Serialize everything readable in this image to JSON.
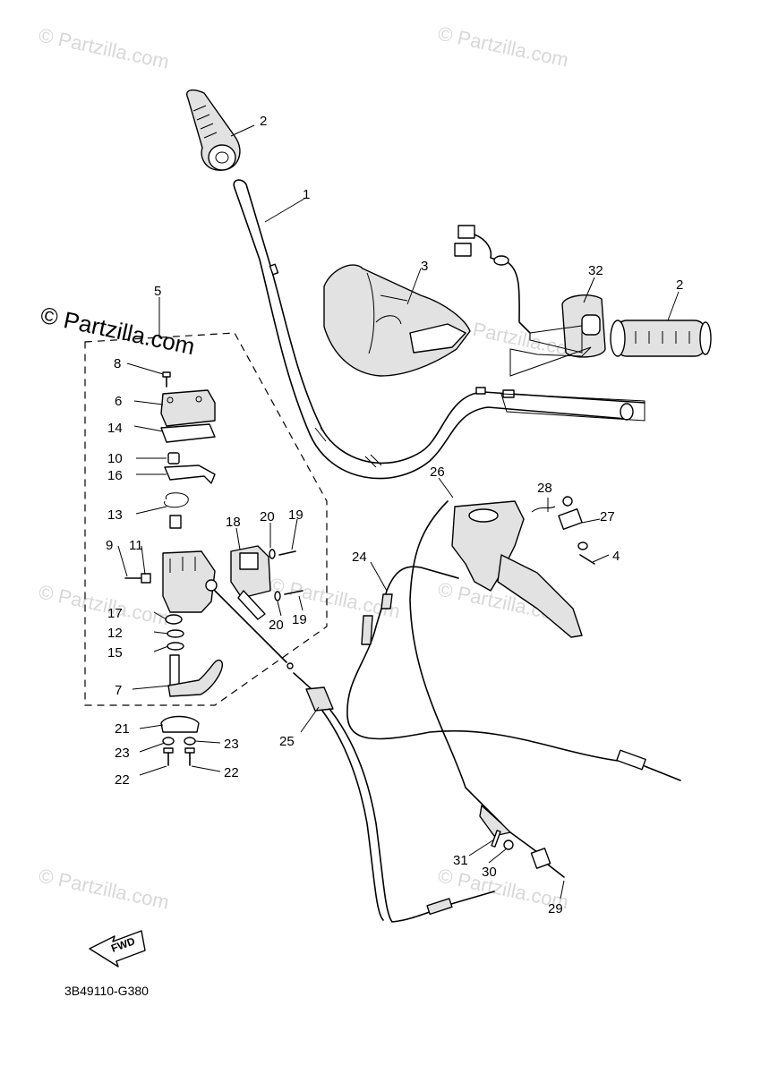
{
  "diagram": {
    "code": "3B49110-G380",
    "fwd_label": "FWD",
    "watermark_main": "© Partzilla.com",
    "watermarks": [
      "© Partzilla.com",
      "© Partzilla.com",
      "© Partzilla.com",
      "© Partzilla.com",
      "© Partzilla.com",
      "© Partzilla.com",
      "© Partzilla.com",
      "© Partzilla.com"
    ],
    "callouts": {
      "c1": "1",
      "c2a": "2",
      "c2b": "2",
      "c3": "3",
      "c4": "4",
      "c5": "5",
      "c6": "6",
      "c7": "7",
      "c8": "8",
      "c9": "9",
      "c10": "10",
      "c11": "11",
      "c12": "12",
      "c13": "13",
      "c14": "14",
      "c15": "15",
      "c16": "16",
      "c17": "17",
      "c18": "18",
      "c19a": "19",
      "c19b": "19",
      "c20a": "20",
      "c20b": "20",
      "c21": "21",
      "c22a": "22",
      "c22b": "22",
      "c23a": "23",
      "c23b": "23",
      "c24": "24",
      "c25": "25",
      "c26": "26",
      "c27": "27",
      "c28": "28",
      "c29": "29",
      "c30": "30",
      "c31": "31",
      "c32": "32"
    }
  }
}
